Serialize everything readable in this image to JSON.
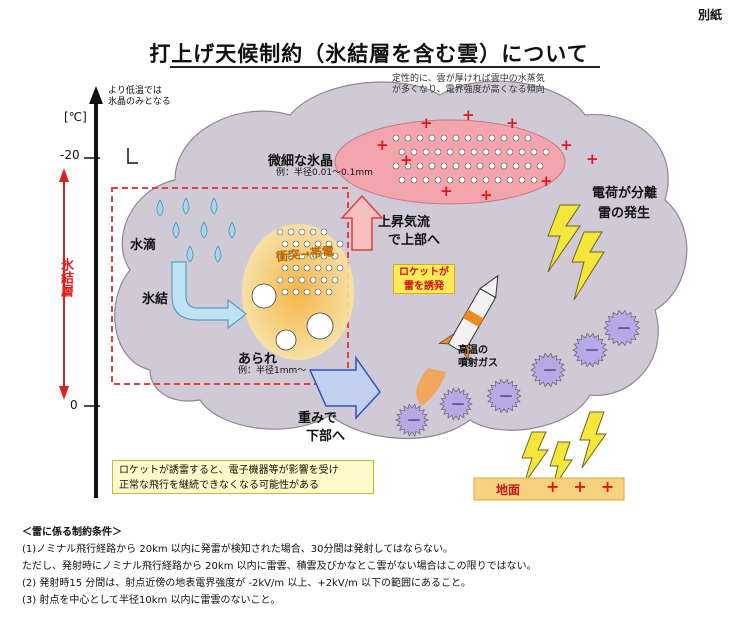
{
  "header": {
    "attachment_label": "別紙"
  },
  "title": "打上げ天候制約（氷結層を含む雲）について",
  "axis": {
    "unit": "[℃]",
    "tick_minus20": "-20",
    "tick_zero": "0",
    "freezing_layer": "氷結層",
    "colder_note": [
      "より低温では",
      "氷晶のみとなる"
    ]
  },
  "cloud": {
    "thick_cloud_note": [
      "定性的に、雲が厚ければ雲中の水蒸気",
      "が多くなり、電界強度が高くなる傾向"
    ],
    "fine_ice": "微細な氷晶",
    "fine_ice_note": "例：半径0.01～0.1mm",
    "water_drop": "水滴",
    "freezing": "氷結",
    "collision": "衝突→帯電",
    "graupel": "あられ",
    "graupel_note": "例：半径1mm～",
    "updraft": [
      "上昇気流",
      "で上部へ"
    ],
    "downward": [
      "重みで",
      "下部へ"
    ],
    "charge_separation": [
      "電荷が分離",
      "雷の発生"
    ],
    "rocket_triggers": [
      "ロケットが",
      "雷を誘発"
    ],
    "exhaust": [
      "高温の",
      "噴射ガス"
    ],
    "ground": "地面",
    "rocket_note": [
      "ロケットが誘雷すると、電子機器等が影響を受け",
      "正常な飛行を継続できなくなる可能性がある"
    ]
  },
  "symbols": {
    "plus": "+",
    "minus": "－"
  },
  "conditions": {
    "heading": "＜雷に係る制約条件＞",
    "items": [
      "(1)ノミナル飛行経路から 20km 以内に発雷が検知された場合、30分間は発射してはならない。",
      "ただし、発射時にノミナル飛行経路から 20km 以内に雷雲、積雲及びかなとこ雲がない場合はこの限りではない。",
      "(2) 発射時15 分間は、射点近傍の地表電界強度が -2kV/m 以上、+2kV/m 以下の範囲にあること。",
      "(3) 射点を中心として半径10km 以内に雷雲のないこと。"
    ]
  },
  "colors": {
    "cloud": "#cfcad6",
    "positive_zone": "#f3a4ad",
    "negative_particle": "#b5a9e6",
    "plus_red": "#e01818",
    "freeze_band": "#e02020",
    "lightning": "#f5e63a",
    "graupel_glow": "#f9c35a"
  }
}
